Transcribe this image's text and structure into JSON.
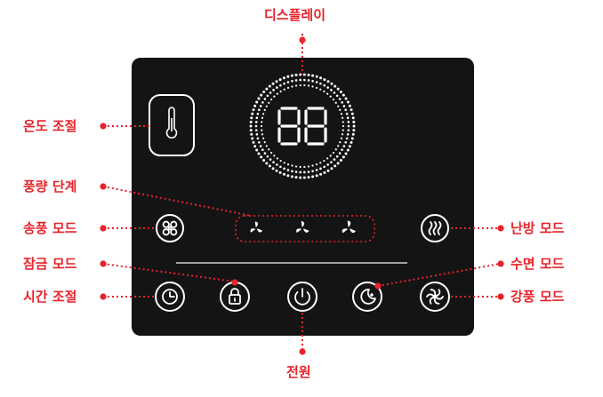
{
  "labels": {
    "display": "디스플레이",
    "temperature_control": "온도 조절",
    "fan_speed_level": "풍량 단계",
    "fan_mode": "송풍 모드",
    "lock_mode": "잠금 모드",
    "timer_control": "시간 조절",
    "power": "전원",
    "heating_mode": "난방 모드",
    "sleep_mode": "수면 모드",
    "strong_wind_mode": "강풍 모드"
  },
  "display": {
    "digits": "88"
  },
  "colors": {
    "panel": "#141414",
    "accent": "#e8232b",
    "icon": "#ffffff"
  },
  "icons": {
    "thermometer": "thermometer-icon",
    "fan_mode": "fan-mode-icon",
    "fan_speed": "fan-speed-icon",
    "heating": "heat-waves-icon",
    "timer": "clock-icon",
    "lock": "lock-icon",
    "power": "power-icon",
    "sleep": "moon-icon",
    "strong_wind": "strong-wind-icon"
  }
}
